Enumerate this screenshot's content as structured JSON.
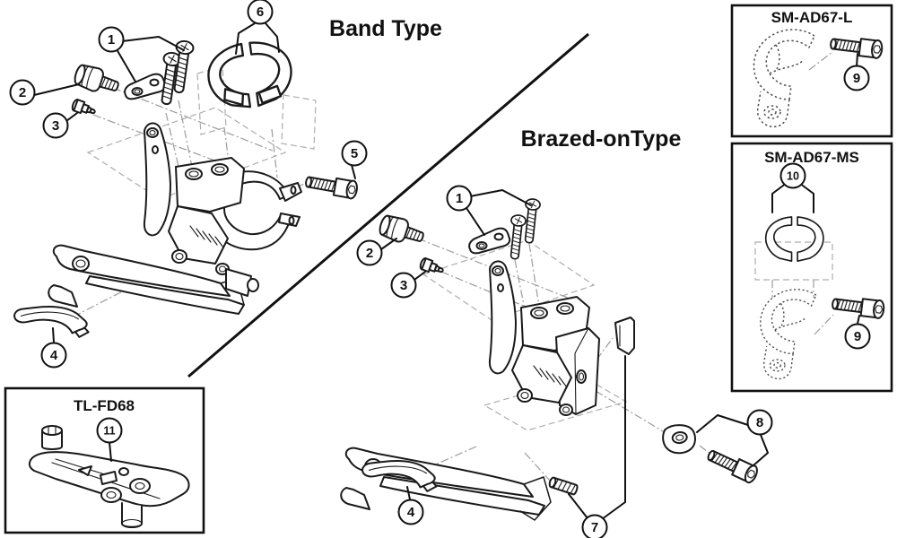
{
  "colors": {
    "background": "#ffffff",
    "line_art": "#1a1a1a",
    "construction_lines": "#adadad"
  },
  "titles": {
    "band_type": "Band Type",
    "brazed_on": "Brazed-onType"
  },
  "boxes": {
    "sm_ad67_l": {
      "title": "SM-AD67-L"
    },
    "sm_ad67_ms": {
      "title": "SM-AD67-MS"
    },
    "tl_fd68": {
      "title": "TL-FD68"
    }
  },
  "callouts": [
    {
      "number": "1",
      "group": "band-type"
    },
    {
      "number": "2",
      "group": "band-type"
    },
    {
      "number": "3",
      "group": "band-type"
    },
    {
      "number": "4",
      "group": "band-type"
    },
    {
      "number": "5",
      "group": "band-type"
    },
    {
      "number": "6",
      "group": "band-type"
    },
    {
      "number": "1",
      "group": "brazed-on"
    },
    {
      "number": "2",
      "group": "brazed-on"
    },
    {
      "number": "3",
      "group": "brazed-on"
    },
    {
      "number": "4",
      "group": "brazed-on"
    },
    {
      "number": "7",
      "group": "brazed-on"
    },
    {
      "number": "8",
      "group": "brazed-on"
    },
    {
      "number": "9",
      "group": "sm-ad67-l"
    },
    {
      "number": "10",
      "group": "sm-ad67-ms"
    },
    {
      "number": "9",
      "group": "sm-ad67-ms"
    },
    {
      "number": "11",
      "group": "tl-fd68"
    }
  ]
}
